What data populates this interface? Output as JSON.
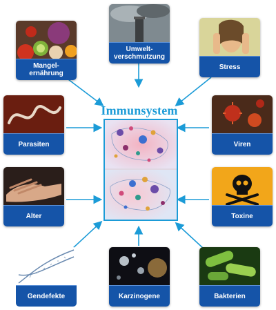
{
  "title": "Immunsystem",
  "colors": {
    "accent": "#1b9bd7",
    "label_bg": "#1554a8",
    "label_text": "#ffffff"
  },
  "factors": {
    "mangelernaehrung": {
      "label": "Mangel-\nernährung",
      "icon": "vegetables-photo"
    },
    "umwelt": {
      "label": "Umwelt-\nverschmutzung",
      "icon": "smokestack-photo"
    },
    "stress": {
      "label": "Stress",
      "icon": "stressed-woman-photo"
    },
    "parasiten": {
      "label": "Parasiten",
      "icon": "worm-photo"
    },
    "viren": {
      "label": "Viren",
      "icon": "virus-photo"
    },
    "alter": {
      "label": "Alter",
      "icon": "hands-photo"
    },
    "toxine": {
      "label": "Toxine",
      "icon": "skull-photo"
    },
    "gendefekte": {
      "label": "Gendefekte",
      "icon": "dna-photo"
    },
    "karzinogene": {
      "label": "Karzinogene",
      "icon": "particles-photo"
    },
    "bakterien": {
      "label": "Bakterien",
      "icon": "bacteria-photo"
    }
  }
}
